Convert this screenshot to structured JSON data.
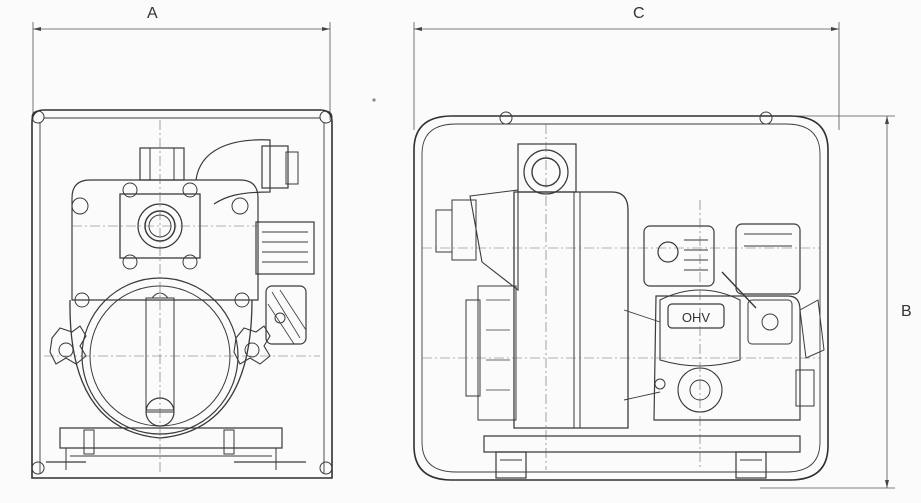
{
  "dimensions": {
    "a": "A",
    "b": "B",
    "c": "C"
  },
  "badge": {
    "text": "OHV"
  },
  "colors": {
    "ink": "#3a3a3a",
    "paper": "#fbfbfb"
  }
}
